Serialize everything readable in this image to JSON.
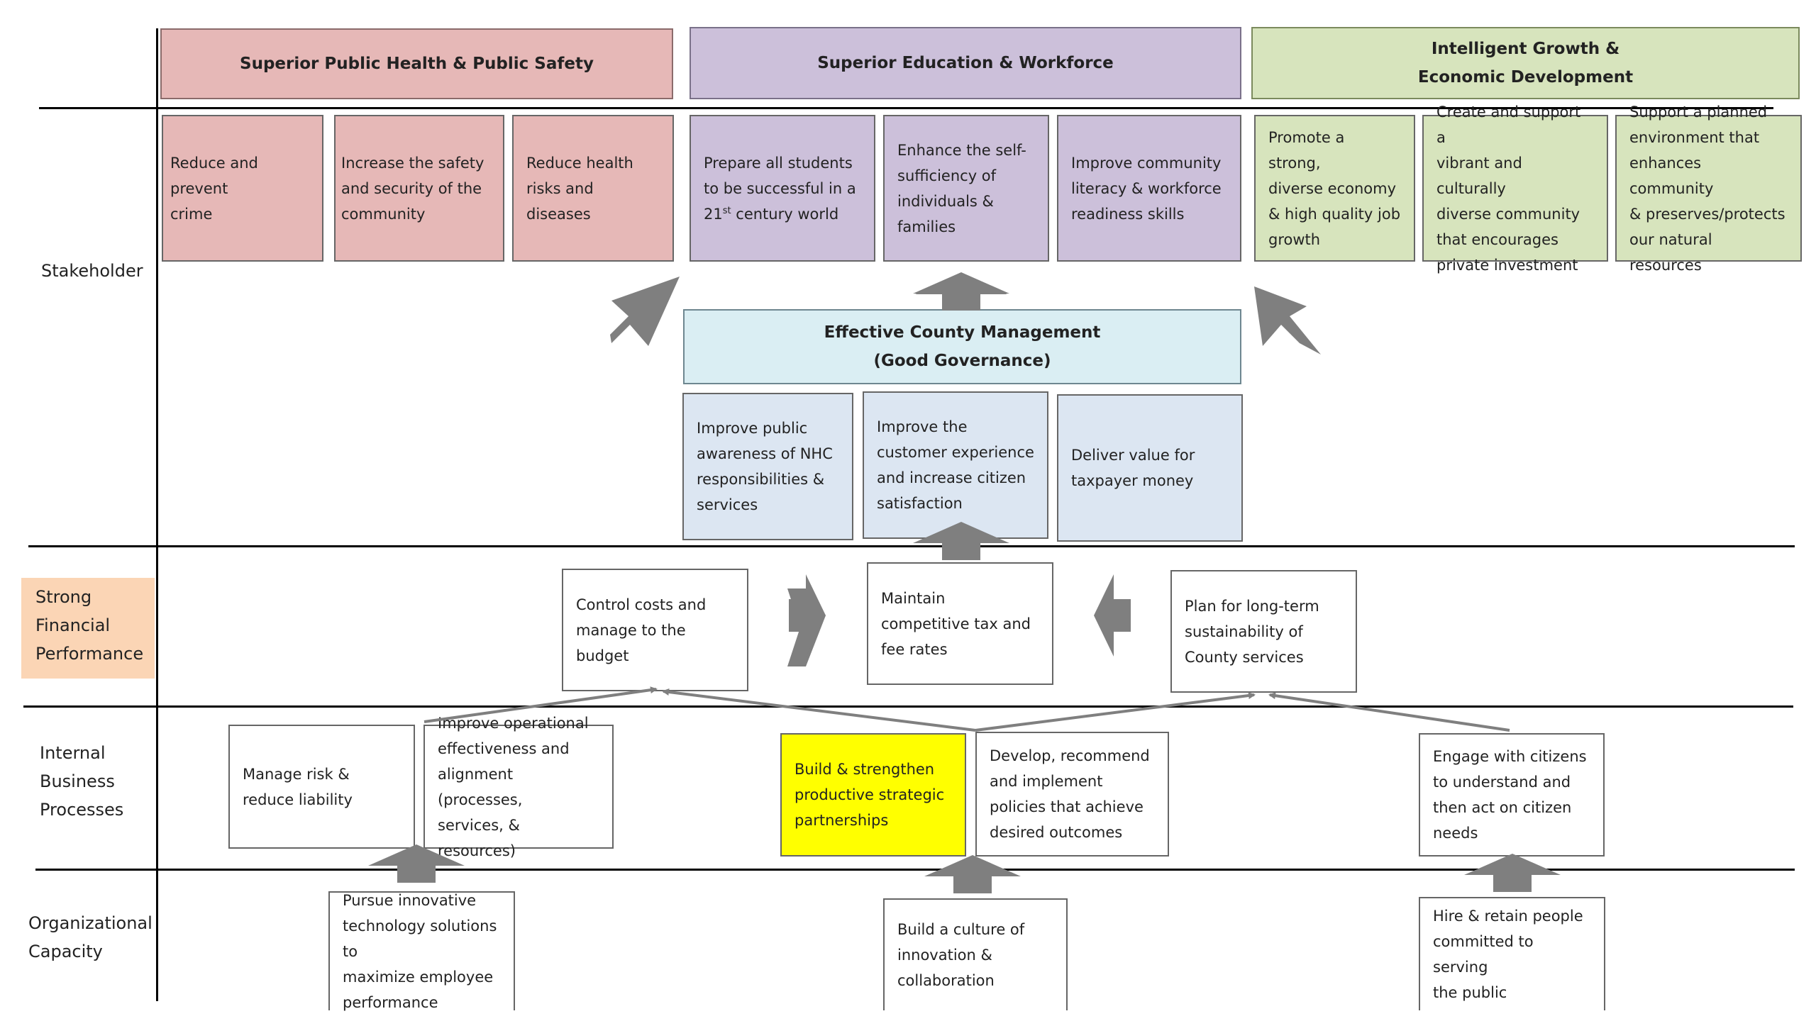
{
  "rows": {
    "stakeholder": "Stakeholder",
    "financial": [
      "Strong",
      "Financial",
      "Performance"
    ],
    "internal": [
      "Internal",
      "Business",
      "Processes"
    ],
    "capacity": [
      "Organizational",
      "Capacity"
    ]
  },
  "categories": {
    "public_health": "Superior Public Health & Public Safety",
    "education": "Superior Education & Workforce",
    "growth": [
      "Intelligent Growth &",
      "Economic Development"
    ]
  },
  "stakeholder_boxes": {
    "crime": [
      "Reduce and prevent",
      "crime"
    ],
    "safety": [
      "Increase the safety",
      "and security of the",
      "community"
    ],
    "health": [
      "Reduce health",
      "risks and diseases"
    ],
    "students_1": "Prepare all students",
    "students_2": "to be successful in a",
    "students_3_pre": "21",
    "students_3_sup": "st",
    "students_3_post": " century world",
    "self_sufficiency": [
      "Enhance the self-",
      "sufficiency of",
      "individuals &",
      "families"
    ],
    "literacy": [
      "Improve community",
      "literacy & workforce",
      "readiness skills"
    ],
    "economy": [
      "Promote a strong,",
      "diverse economy",
      "& high quality job",
      "growth"
    ],
    "vibrant": [
      "Create and support a",
      "vibrant and culturally",
      "diverse community",
      "that encourages",
      "private investment"
    ],
    "environment": [
      "Support a planned",
      "environment that",
      "enhances community",
      "& preserves/protects",
      "our natural resources"
    ]
  },
  "governance": {
    "title": [
      "Effective County Management",
      "(Good Governance)"
    ],
    "awareness": [
      "Improve public",
      "awareness of NHC",
      "responsibilities &",
      "services"
    ],
    "customer": [
      "Improve the",
      "customer experience",
      "and increase citizen",
      "satisfaction"
    ],
    "value": [
      "Deliver value for",
      "taxpayer money"
    ]
  },
  "financial_boxes": {
    "costs": [
      "Control costs and",
      "manage to the",
      "budget"
    ],
    "tax": [
      "Maintain",
      "competitive tax and",
      "fee rates"
    ],
    "plan": [
      "Plan for long-term",
      "sustainability of",
      "County services"
    ]
  },
  "internal_boxes": {
    "risk": [
      "Manage risk &",
      "reduce liability"
    ],
    "operational": [
      "Improve operational",
      "effectiveness and",
      "alignment (processes,",
      "services, & resources)"
    ],
    "partnerships": [
      "Build & strengthen",
      "productive strategic",
      "partnerships"
    ],
    "policies": [
      "Develop, recommend",
      "and implement",
      "policies that achieve",
      "desired outcomes"
    ],
    "engage": [
      "Engage with citizens",
      "to understand and",
      "then act on citizen",
      "needs"
    ]
  },
  "capacity_boxes": {
    "technology": [
      "Pursue innovative",
      "technology solutions to",
      "maximize employee",
      "performance"
    ],
    "culture": [
      "Build a culture of",
      "innovation &",
      "collaboration"
    ],
    "hire": [
      "Hire & retain people",
      "committed to serving",
      "the public"
    ]
  },
  "colors": {
    "pink": "#e6b8b7",
    "lavender": "#ccc0da",
    "green": "#d7e4bd",
    "light_blue": "#daeef3",
    "steel_blue": "#dce6f2",
    "peach": "#fbd5b5",
    "yellow": "#ffff00",
    "arrow_gray": "#7f7f7f"
  },
  "icons": [
    "arrow-up-icon",
    "arrow-right-icon",
    "arrow-left-icon",
    "arrow-diagonal-icon"
  ]
}
